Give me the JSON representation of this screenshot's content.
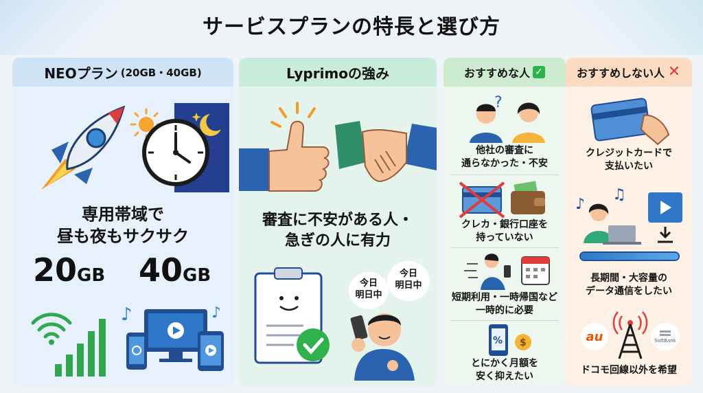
{
  "title": "サービスプランの特長と選び方",
  "neo": {
    "header_main": "NEOプラン",
    "header_sub": "(20GB・40GB)",
    "feature_line1": "専用帯域で",
    "feature_line2": "昼も夜もサクサク",
    "cap1_num": "20",
    "cap1_unit": "GB",
    "cap2_num": "40",
    "cap2_unit": "GB"
  },
  "lyprimo": {
    "header": "Lyprimoの強み",
    "strength_line1": "審査に不安がある人・",
    "strength_line2": "急ぎの人に有力",
    "bubble1_line1": "今日",
    "bubble1_line2": "明日中",
    "bubble2_line1": "今日",
    "bubble2_line2": "明日中"
  },
  "recommended": {
    "header": "おすすめな人",
    "items": [
      {
        "line1": "他社の審査に",
        "line2": "通らなかった・不安"
      },
      {
        "line1": "クレカ・銀行口座を",
        "line2": "持っていない"
      },
      {
        "line1": "短期利用・一時帰国など",
        "line2": "一時的に必要"
      },
      {
        "line1": "とにかく月額を",
        "line2": "安く抑えたい"
      }
    ]
  },
  "not_recommended": {
    "header": "おすすめしない人",
    "items": [
      {
        "line1": "クレジットカードで",
        "line2": "支払いたい"
      },
      {
        "line1": "長期間・大容量の",
        "line2": "データ通信をしたい"
      },
      {
        "line1": "ドコモ回線以外を希望",
        "line2": ""
      }
    ],
    "au_logo": "au",
    "softbank_logo": "SoftBank"
  },
  "colors": {
    "blue_panel": "#e7f1fb",
    "green_panel": "#e4f4ec",
    "orange_panel": "#fdf1e6",
    "check_green": "#2fb24c",
    "cross_red": "#e23b3b",
    "au_orange": "#eb5505"
  }
}
